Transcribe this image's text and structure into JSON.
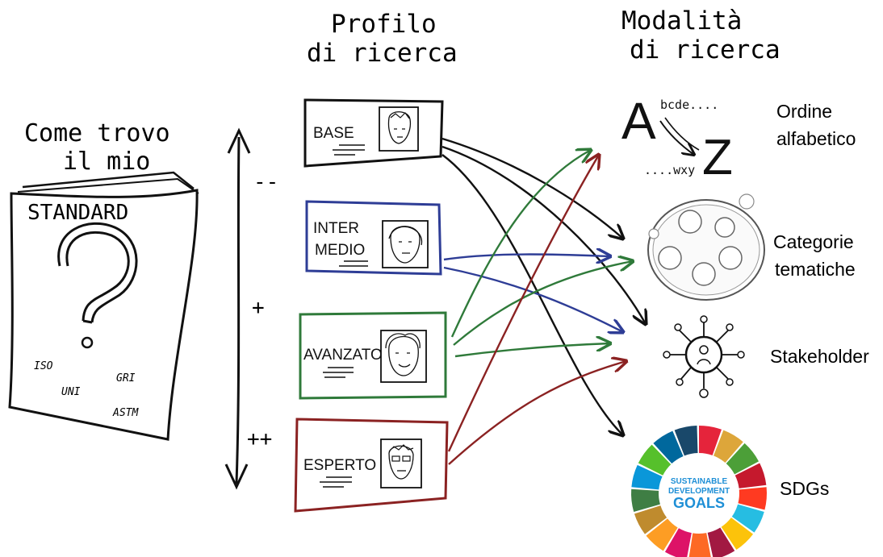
{
  "diagram": {
    "left_title": [
      "Come trovo",
      "il mio"
    ],
    "book": {
      "title": "STANDARD",
      "symbol": "?",
      "codes": [
        "ISO",
        "GRI",
        "UNI",
        "ASTM"
      ]
    },
    "scale": {
      "top_mark": "--",
      "middle_mark": "+",
      "bottom_mark": "++"
    },
    "profile_column_title": [
      "Profilo",
      "di ricerca"
    ],
    "profiles": [
      {
        "lines": [
          "BASE"
        ],
        "color": "#111111"
      },
      {
        "lines": [
          "INTER",
          "MEDIO"
        ],
        "color": "#2e3d96"
      },
      {
        "lines": [
          "AVANZATO"
        ],
        "color": "#2f7a3a"
      },
      {
        "lines": [
          "ESPERTO"
        ],
        "color": "#8b2222"
      }
    ],
    "mode_column_title": [
      "Modalità",
      "di ricerca"
    ],
    "modes": [
      {
        "lines": [
          "Ordine",
          "alfabetico"
        ],
        "icon": "a-to-z-icon"
      },
      {
        "lines": [
          "Categorie",
          "tematiche"
        ],
        "icon": "thematic-categories-icon"
      },
      {
        "lines": [
          "Stakeholder"
        ],
        "icon": "stakeholder-network-icon"
      },
      {
        "lines": [
          "SDGs"
        ],
        "icon": "sdg-wheel-icon"
      }
    ],
    "az_icon": {
      "big_a": "A",
      "big_z": "Z",
      "top": "bcde....",
      "bottom": "....wxy"
    },
    "sdg_center": [
      "SUSTAINABLE",
      "DEVELOPMENT",
      "GOALS"
    ],
    "colors": {
      "ink": "#111111",
      "base": "#111111",
      "intermedio": "#2e3d96",
      "avanzato": "#2f7a3a",
      "esperto": "#8b2222",
      "sdg_blue": "#1e8fd6"
    }
  }
}
